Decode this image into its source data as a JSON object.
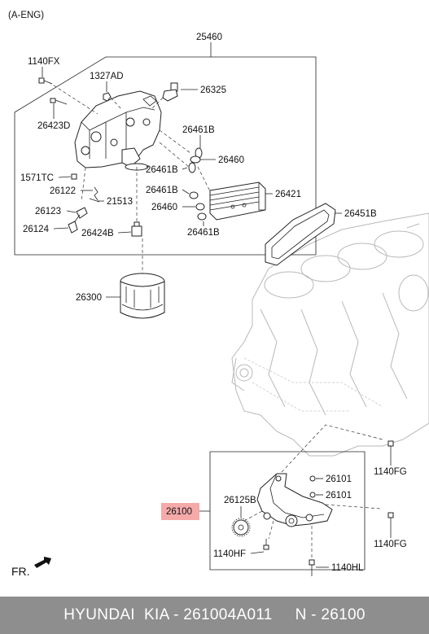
{
  "header": {
    "variant": "(A-ENG)"
  },
  "labels": {
    "l25460": "25460",
    "l1140FX": "1140FX",
    "l1327AD": "1327AD",
    "l26325": "26325",
    "l26423D": "26423D",
    "l26461B_a": "26461B",
    "l26460_a": "26460",
    "l26461B_b": "26461B",
    "l1571TC": "1571TC",
    "l26122": "26122",
    "l21513": "21513",
    "l26461B_c": "26461B",
    "l26421": "26421",
    "l26460_b": "26460",
    "l26461B_d": "26461B",
    "l26123": "26123",
    "l26124": "26124",
    "l26424B": "26424B",
    "l26451B": "26451B",
    "l26300": "26300",
    "l26101_a": "26101",
    "l26101_b": "26101",
    "l26125B": "26125B",
    "l26100": "26100",
    "l1140FG_a": "1140FG",
    "l1140FG_b": "1140FG",
    "l1140HF": "1140HF",
    "l1140HL": "1140HL",
    "fr": "FR."
  },
  "highlight_color": "#f5a9a9",
  "footer": {
    "text": "HYUNDAI  KIA - 261004A011     N - 26100"
  }
}
